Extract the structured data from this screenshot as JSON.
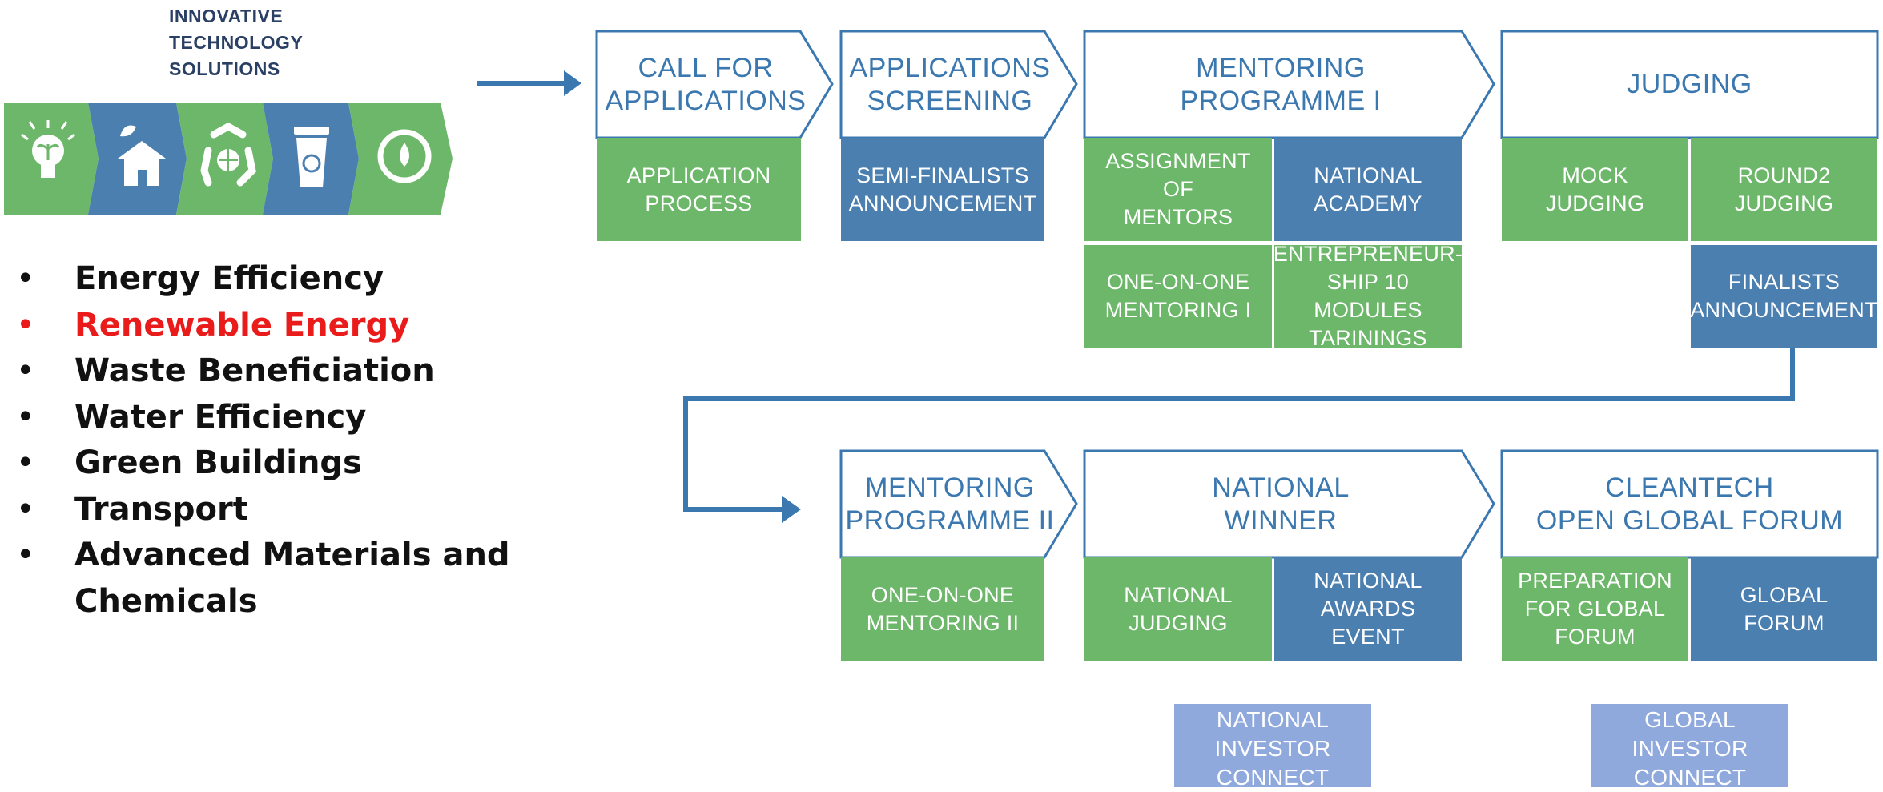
{
  "brand": {
    "lines": [
      "INNOVATIVE",
      "TECHNOLOGY",
      "SOLUTIONS"
    ]
  },
  "icon_strip": {
    "icons": [
      "lightbulb-plant-icon",
      "house-leaf-icon",
      "recycle-globe-icon",
      "recycle-bin-icon",
      "water-drop-cycle-icon"
    ],
    "colors": {
      "green": "#6db76a",
      "blue": "#4b7fb0"
    }
  },
  "categories": [
    {
      "label": "Energy Efficiency",
      "highlighted": false
    },
    {
      "label": "Renewable Energy",
      "highlighted": true
    },
    {
      "label": "Waste Beneficiation",
      "highlighted": false
    },
    {
      "label": "Water Efficiency",
      "highlighted": false
    },
    {
      "label": "Green Buildings",
      "highlighted": false
    },
    {
      "label": "Transport",
      "highlighted": false
    },
    {
      "label": "Advanced Materials and\nChemicals",
      "highlighted": false
    }
  ],
  "colors": {
    "header_text": "#3c78b0",
    "green": "#6db76a",
    "blue": "#4b7fb0",
    "lavender": "#8fa9dd",
    "highlight": "#ea1b1b"
  },
  "row1": {
    "stages": [
      {
        "title": "CALL FOR\nAPPLICATIONS",
        "boxes": [
          {
            "text": "APPLICATION\nPROCESS",
            "color": "green"
          }
        ]
      },
      {
        "title": "APPLICATIONS\nSCREENING",
        "boxes": [
          {
            "text": "SEMI-FINALISTS\nANNOUNCEMENT",
            "color": "blue"
          }
        ]
      },
      {
        "title": "MENTORING\nPROGRAMME I",
        "boxes": [
          {
            "text": "ASSIGNMENT OF\nMENTORS",
            "color": "green"
          },
          {
            "text": "NATIONAL\nACADEMY",
            "color": "blue"
          },
          {
            "text": "ONE-ON-ONE\nMENTORING I",
            "color": "green"
          },
          {
            "text": "ENTREPRENEUR-\nSHIP 10 MODULES\nTARININGS",
            "color": "green"
          }
        ]
      },
      {
        "title": "JUDGING",
        "boxes": [
          {
            "text": "MOCK\nJUDGING",
            "color": "green"
          },
          {
            "text": "ROUND2\nJUDGING",
            "color": "green"
          },
          {
            "text": "FINALISTS\nANNOUNCEMENT",
            "color": "blue"
          }
        ]
      }
    ]
  },
  "row2": {
    "stages": [
      {
        "title": "MENTORING\nPROGRAMME II",
        "boxes": [
          {
            "text": "ONE-ON-ONE\nMENTORING II",
            "color": "green"
          }
        ]
      },
      {
        "title": "NATIONAL\nWINNER",
        "boxes": [
          {
            "text": "NATIONAL\nJUDGING",
            "color": "green"
          },
          {
            "text": "NATIONAL\nAWARDS\nEVENT",
            "color": "blue"
          }
        ]
      },
      {
        "title": "CLEANTECH\nOPEN GLOBAL FORUM",
        "boxes": [
          {
            "text": "PREPARATION\nFOR GLOBAL\nFORUM",
            "color": "green"
          },
          {
            "text": "GLOBAL\nFORUM",
            "color": "blue"
          }
        ]
      }
    ]
  },
  "investor_boxes": [
    {
      "text": "NATIONAL\nINVESTOR\nCONNECT",
      "color": "lavender"
    },
    {
      "text": "GLOBAL\nINVESTOR\nCONNECT",
      "color": "lavender"
    }
  ]
}
